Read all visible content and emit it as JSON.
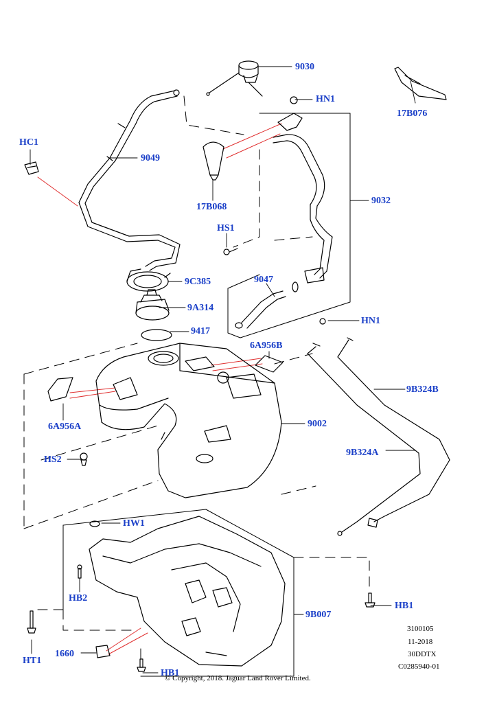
{
  "callouts": {
    "c9030": "9030",
    "c17B076": "17B076",
    "cHN1_top": "HN1",
    "cHC1": "HC1",
    "c9049": "9049",
    "c17B068": "17B068",
    "c9032": "9032",
    "cHS1": "HS1",
    "c9047": "9047",
    "c9C385": "9C385",
    "c9A314": "9A314",
    "cHN1_low": "HN1",
    "c9417": "9417",
    "c6A956B": "6A956B",
    "c9B324B": "9B324B",
    "c6A956A": "6A956A",
    "c9002": "9002",
    "c9B324A": "9B324A",
    "cHS2": "HS2",
    "cHW1": "HW1",
    "cHB2": "HB2",
    "cHB1_right": "HB1",
    "c9B007": "9B007",
    "cHT1": "HT1",
    "c1660": "1660",
    "cHB1_bottom": "HB1"
  },
  "meta": {
    "ref_number": "3100105",
    "date": "11-2018",
    "code": "30DDTX",
    "image_id": "C0285940-01"
  },
  "copyright": "© Copyright, 2018. Jaguar Land Rover Limited."
}
